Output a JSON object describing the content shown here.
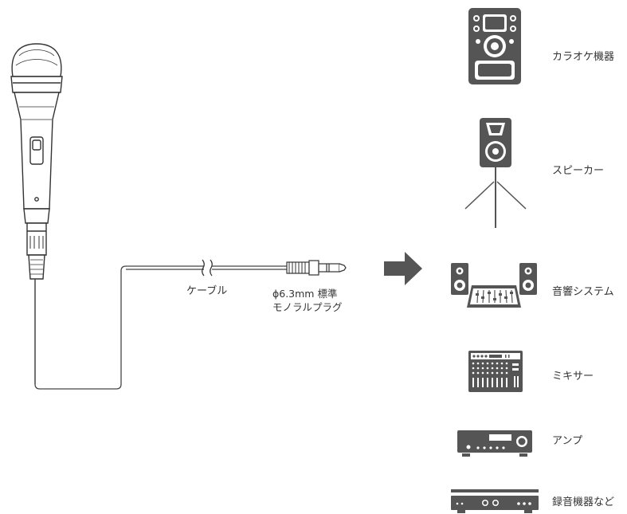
{
  "cable_label": "ケーブル",
  "plug_label": {
    "line1": "ϕ6.3mm 標準",
    "line2": "モノラルプラグ"
  },
  "devices": [
    {
      "label": "カラオケ機器",
      "icon": "karaoke-machine-icon"
    },
    {
      "label": "スピーカー",
      "icon": "speaker-on-stand-icon"
    },
    {
      "label": "音響システム",
      "icon": "sound-system-icon"
    },
    {
      "label": "ミキサー",
      "icon": "mixer-icon"
    },
    {
      "label": "アンプ",
      "icon": "amplifier-icon"
    },
    {
      "label": "録音機器など",
      "icon": "recorder-icon"
    }
  ],
  "colors": {
    "device": "#555555",
    "line": "#555555",
    "arrow": "#555555"
  }
}
